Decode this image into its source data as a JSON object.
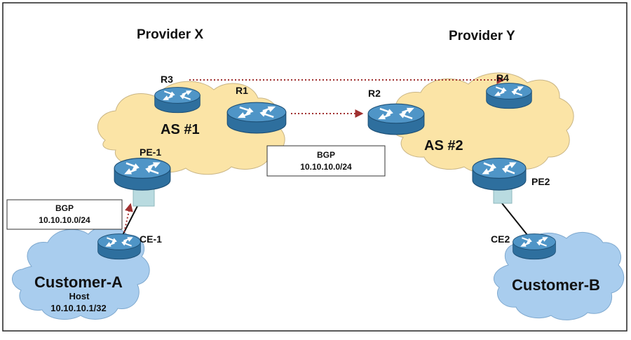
{
  "providers": {
    "x": "Provider X",
    "y": "Provider Y"
  },
  "as": {
    "one": "AS #1",
    "two": "AS #2"
  },
  "routers": {
    "r1": "R1",
    "r2": "R2",
    "r3": "R3",
    "r4": "R4",
    "pe1": "PE-1",
    "pe2": "PE2",
    "ce1": "CE-1",
    "ce2": "CE2"
  },
  "customers": {
    "a": "Customer-A",
    "b": "Customer-B"
  },
  "host": {
    "label": "Host",
    "address": "10.10.10.1/32"
  },
  "bgp_center": {
    "protocol": "BGP",
    "prefix": "10.10.10.0/24"
  },
  "bgp_left": {
    "protocol": "BGP",
    "prefix": "10.10.10.0/24"
  },
  "colors": {
    "provider_cloud": "#fbe4a6",
    "customer_cloud": "#a9cdee",
    "router_top": "#4f95c7",
    "router_side": "#2e6f9e",
    "interface": "#b9dbe0",
    "dotted_arrow": "#a03030"
  }
}
